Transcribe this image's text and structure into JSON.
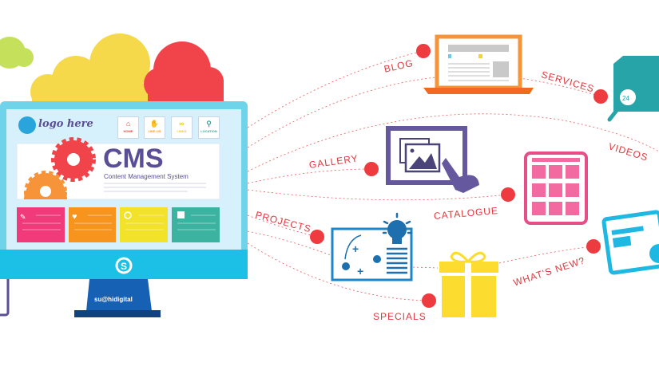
{
  "screen": {
    "logo_text": "logo here",
    "nav": [
      {
        "label": "HOME",
        "color": "#e8403e"
      },
      {
        "label": "LIKE US",
        "color": "#f7941d"
      },
      {
        "label": "LINKS",
        "color": "#f3c81e"
      },
      {
        "label": "LOCATION",
        "color": "#2fa89a"
      }
    ],
    "banner_title": "CMS",
    "banner_subtitle": "Content Management System",
    "brand": "su@hidigital"
  },
  "features": [
    {
      "label": "BLOG"
    },
    {
      "label": "SERVICES"
    },
    {
      "label": "VIDEOS"
    },
    {
      "label": "GALLERY"
    },
    {
      "label": "CATALOGUE"
    },
    {
      "label": "PROJECTS"
    },
    {
      "label": "WHAT'S NEW?"
    },
    {
      "label": "SPECIALS"
    }
  ],
  "colors": {
    "accent_red": "#e8403e",
    "purple": "#5a4e96",
    "cyan": "#1cbfe6"
  }
}
